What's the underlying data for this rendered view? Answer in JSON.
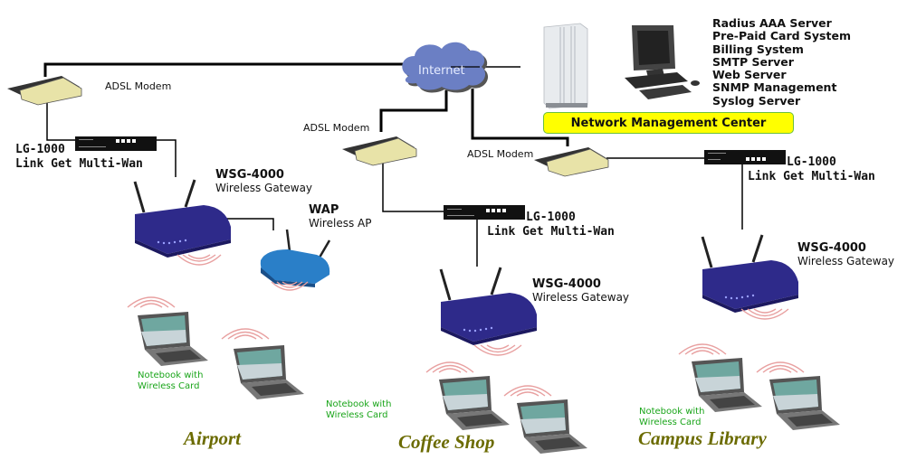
{
  "diagram": {
    "internet_label": "Internet",
    "nmc": {
      "label": "Network Management Center",
      "services": [
        "Radius AAA Server",
        "Pre-Paid Card System",
        "Billing System",
        "SMTP Server",
        "Web Server",
        "SNMP Management",
        "Syslog Server"
      ]
    },
    "modems": {
      "airport": "ADSL Modem",
      "coffee": "ADSL Modem",
      "campus": "ADSL Modem"
    },
    "lg1000": {
      "model": "LG-1000",
      "desc": "Link Get Multi-Wan"
    },
    "wsg4000": {
      "model": "WSG-4000",
      "desc": "Wireless Gateway"
    },
    "wap": {
      "model": "WAP",
      "desc": "Wireless AP"
    },
    "notebook": {
      "line1": "Notebook with",
      "line2": "Wireless Card"
    },
    "sites": {
      "airport": "Airport",
      "coffee": "Coffee Shop",
      "campus": "Campus Library"
    },
    "colors": {
      "nmc_fill": "#ffff00",
      "nmc_border": "#6cbf3e",
      "notebook_text": "#1aa51a",
      "site_text": "#6b6b00",
      "cloud": "#6b7fc4",
      "gateway": "#2e2a8a",
      "wap": "#2a7fc8",
      "modem": "#e8e3a8",
      "signal": "#e8a0a0"
    }
  }
}
